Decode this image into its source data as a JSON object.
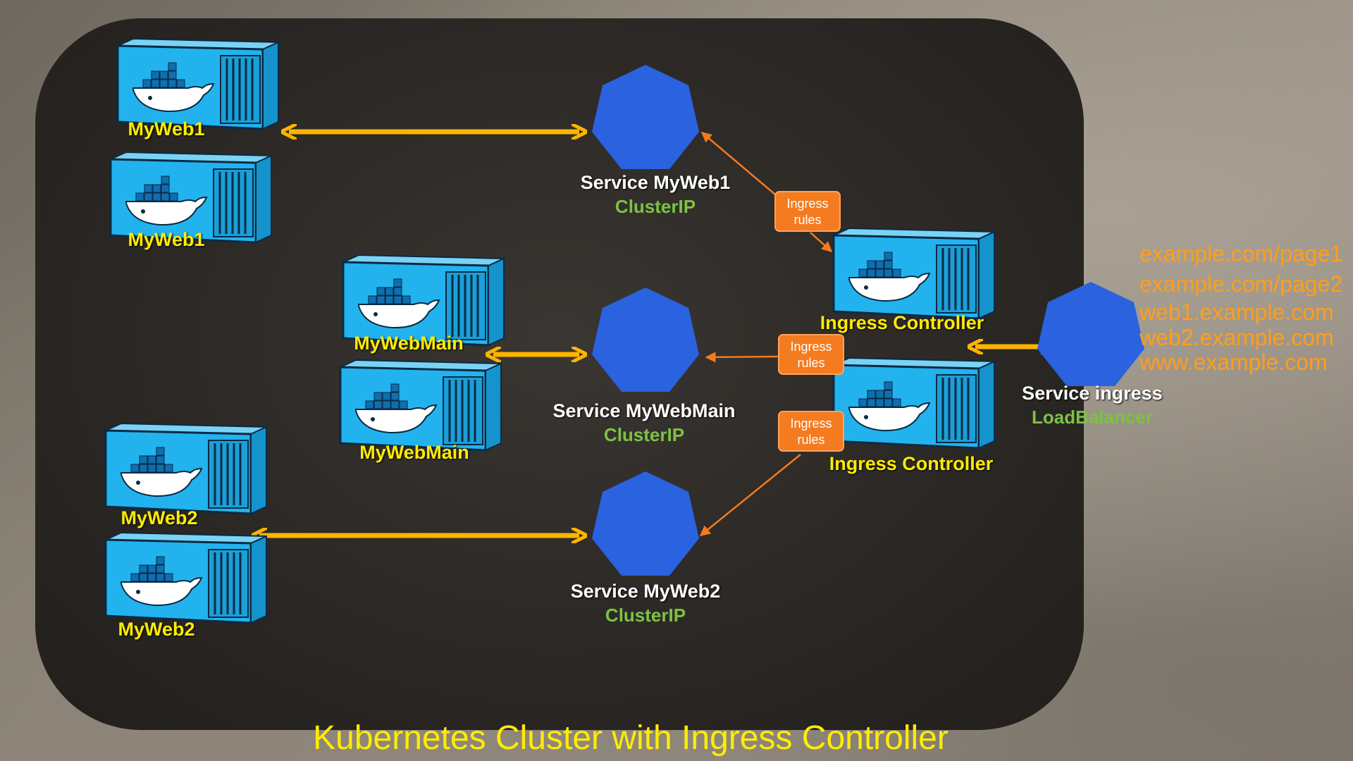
{
  "title": "Kubernetes Cluster with Ingress Controller",
  "containers": {
    "myweb1_a": "MyWeb1",
    "myweb1_b": "MyWeb1",
    "mywebmain_a": "MyWebMain",
    "mywebmain_b": "MyWebMain",
    "myweb2_a": "MyWeb2",
    "myweb2_b": "MyWeb2",
    "ingress_a": "Ingress Controller",
    "ingress_b": "Ingress Controller"
  },
  "services": {
    "myweb1": {
      "name": "Service MyWeb1",
      "type": "ClusterIP"
    },
    "mywebmain": {
      "name": "Service MyWebMain",
      "type": "ClusterIP"
    },
    "myweb2": {
      "name": "Service MyWeb2",
      "type": "ClusterIP"
    },
    "ingress": {
      "name": "Service ingress",
      "type": "LoadBalancer"
    }
  },
  "rules": {
    "top": {
      "line1": "Ingress",
      "line2": "rules"
    },
    "middle": {
      "line1": "Ingress",
      "line2": "rules"
    },
    "bottom": {
      "line1": "Ingress",
      "line2": "rules"
    }
  },
  "urls": [
    "example.com/page1",
    "example.com/page2",
    "web1.example.com",
    "web2.example.com",
    "www.example.com"
  ],
  "colors": {
    "service_blue": "#2a62e0",
    "container_blue": "#1fb5ef",
    "arrow_yellow": "#ffb400",
    "arrow_orange": "#f47b20",
    "label_yellow": "#ffec00",
    "type_green": "#7cc243",
    "url_orange": "#ff9e1b"
  },
  "icons": {
    "container": "docker-container-icon",
    "service": "kubernetes-service-heptagon-icon"
  }
}
